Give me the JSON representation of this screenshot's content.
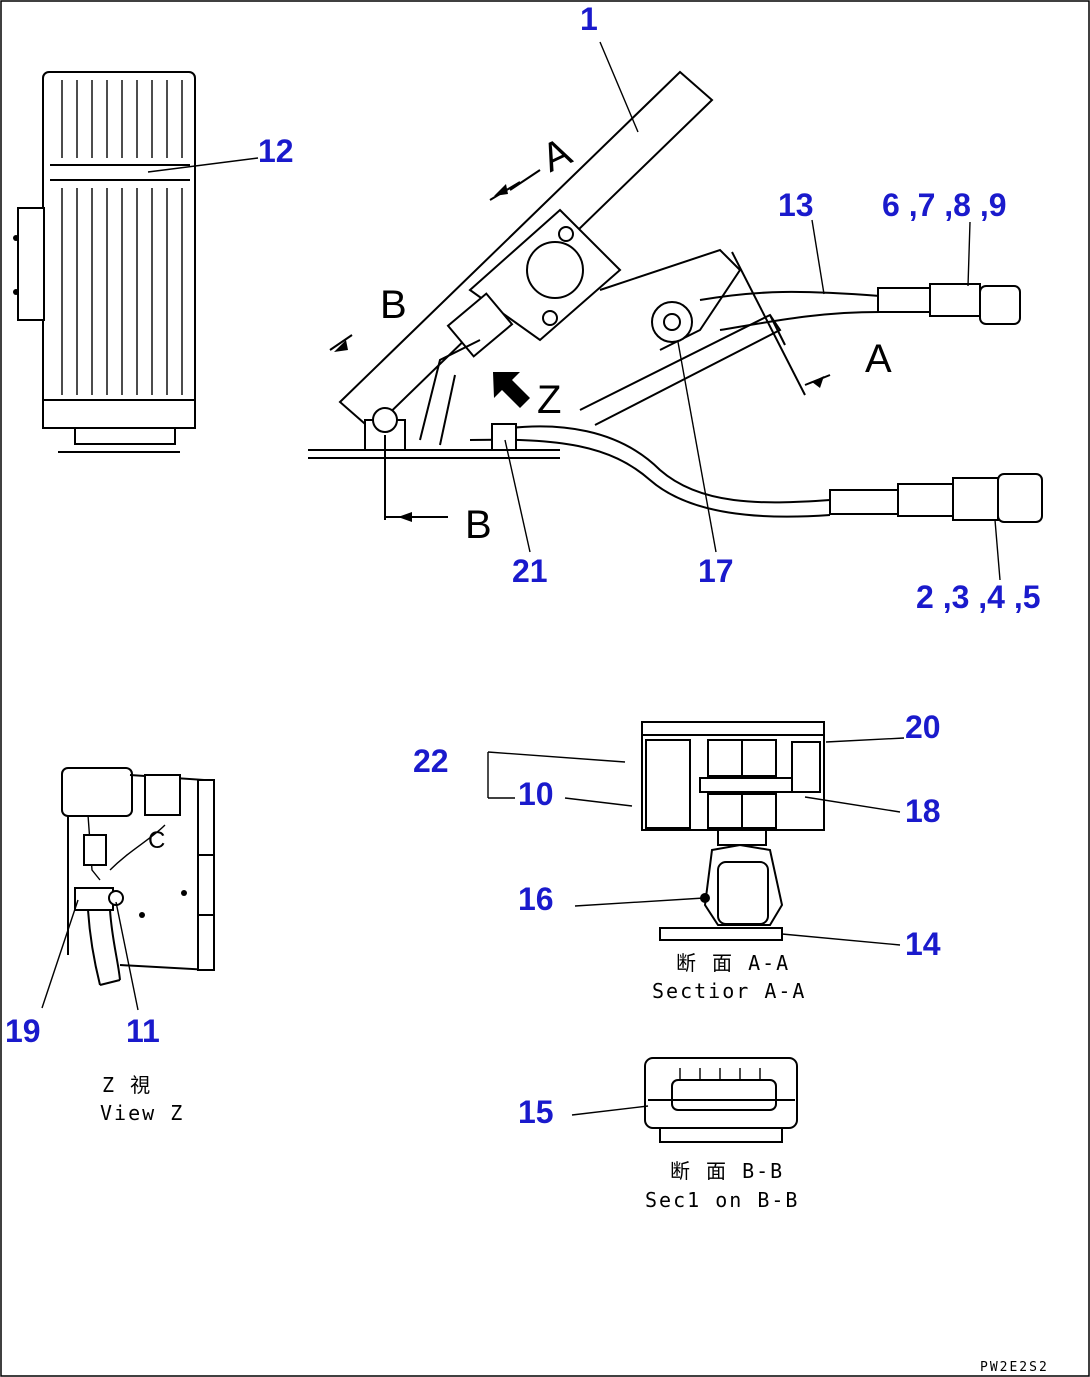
{
  "callouts": {
    "c1": "1",
    "c12": "12",
    "c13": "13",
    "c6789": "6 ,7 ,8 ,9",
    "c21": "21",
    "c17": "17",
    "c2345": "2 ,3 ,4 ,5",
    "c22": "22",
    "c10": "10",
    "c20": "20",
    "c18": "18",
    "c16": "16",
    "c14": "14",
    "c15": "15",
    "c19": "19",
    "c11": "11"
  },
  "section_marks": {
    "a_top": "A",
    "a_right": "A",
    "b_top": "B",
    "b_bottom": "B",
    "z": "Z"
  },
  "captions": {
    "section_aa_jp": "断 面 A-A",
    "section_aa_en": "Sectior A-A",
    "section_bb_jp": "断 面 B-B",
    "section_bb_en": "Sec1 on B-B",
    "view_z_jp": "Z 視",
    "view_z_en": "View Z"
  },
  "drawing_code": "PW2E2S2"
}
